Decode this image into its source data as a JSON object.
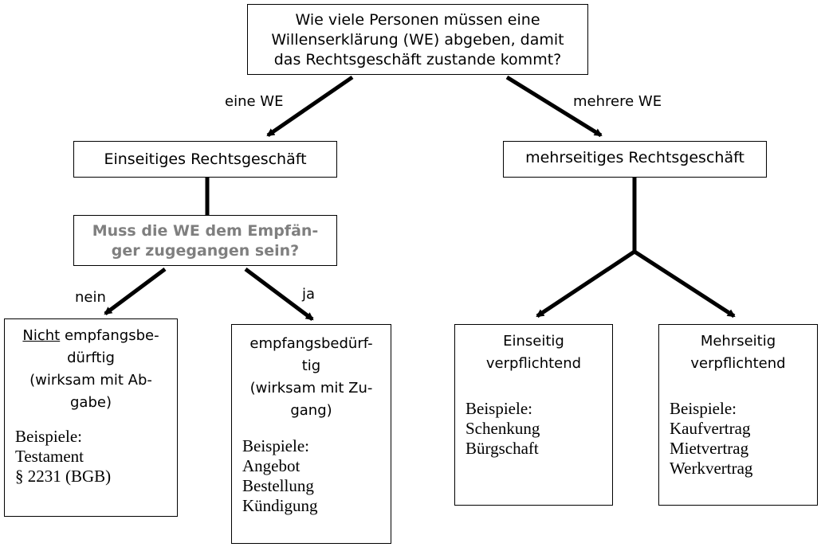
{
  "question": {
    "lines": [
      "Wie viele Personen müssen eine",
      "Willenserklärung (WE) abgeben, damit",
      "das Rechtsgeschäft zustande kommt?"
    ]
  },
  "edge_labels": {
    "eine_we": "eine WE",
    "mehrere_we": "mehrere WE",
    "nein": "nein",
    "ja": "ja"
  },
  "einseitig": {
    "label": "Einseitiges Rechtsgeschäft"
  },
  "mehrseitig": {
    "label": "mehrseitiges Rechtsgeschäft"
  },
  "zugang_question": {
    "lines": [
      "Muss die WE dem Empfän-",
      "ger zugegangen sein?"
    ],
    "color": "#7f7f7f"
  },
  "nicht_empfangs": {
    "title_underlined": "Nicht",
    "title_rest": " empfangsbe-",
    "lines": [
      "dürftig",
      "(wirksam mit Ab-",
      "gabe)"
    ],
    "examples_title": "Beispiele:",
    "examples": [
      "Testament",
      "§ 2231 (BGB)"
    ]
  },
  "empfangs": {
    "lines": [
      "empfangsbedürf-",
      "tig",
      "(wirksam mit Zu-",
      "gang)"
    ],
    "examples_title": "Beispiele:",
    "examples": [
      "Angebot",
      "Bestellung",
      "Kündigung"
    ]
  },
  "einseitig_verpfl": {
    "lines": [
      "Einseitig",
      "verpflichtend"
    ],
    "examples_title": "Beispiele:",
    "examples": [
      "Schenkung",
      "Bürgschaft"
    ]
  },
  "mehrseitig_verpfl": {
    "lines": [
      "Mehrseitig",
      "verpflichtend"
    ],
    "examples_title": "Beispiele:",
    "examples": [
      "Kaufvertrag",
      "Mietvertrag",
      "Werkvertrag"
    ]
  }
}
